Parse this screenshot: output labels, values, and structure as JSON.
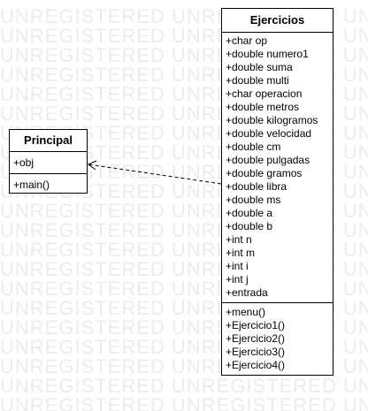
{
  "watermark_text": "UNREGISTERED UNREGISTERED UNREGISTERED",
  "principal": {
    "name": "Principal",
    "attributes": [
      "+obj"
    ],
    "operations": [
      "+main()"
    ]
  },
  "ejercicios": {
    "name": "Ejercicios",
    "attributes": [
      "+char op",
      "+double numero1",
      "+double suma",
      "+double multi",
      "+char operacion",
      "+double metros",
      "+double kilogramos",
      "+double velocidad",
      "+double cm",
      "+double pulgadas",
      "+double gramos",
      "+double libra",
      "+double ms",
      "+double a",
      "+double b",
      "+int n",
      "+int m",
      "+int i",
      "+int j",
      "+entrada"
    ],
    "operations": [
      "+menu()",
      "+Ejercicio1()",
      "+Ejercicio2()",
      "+Ejercicio3()",
      "+Ejercicio4()"
    ]
  }
}
